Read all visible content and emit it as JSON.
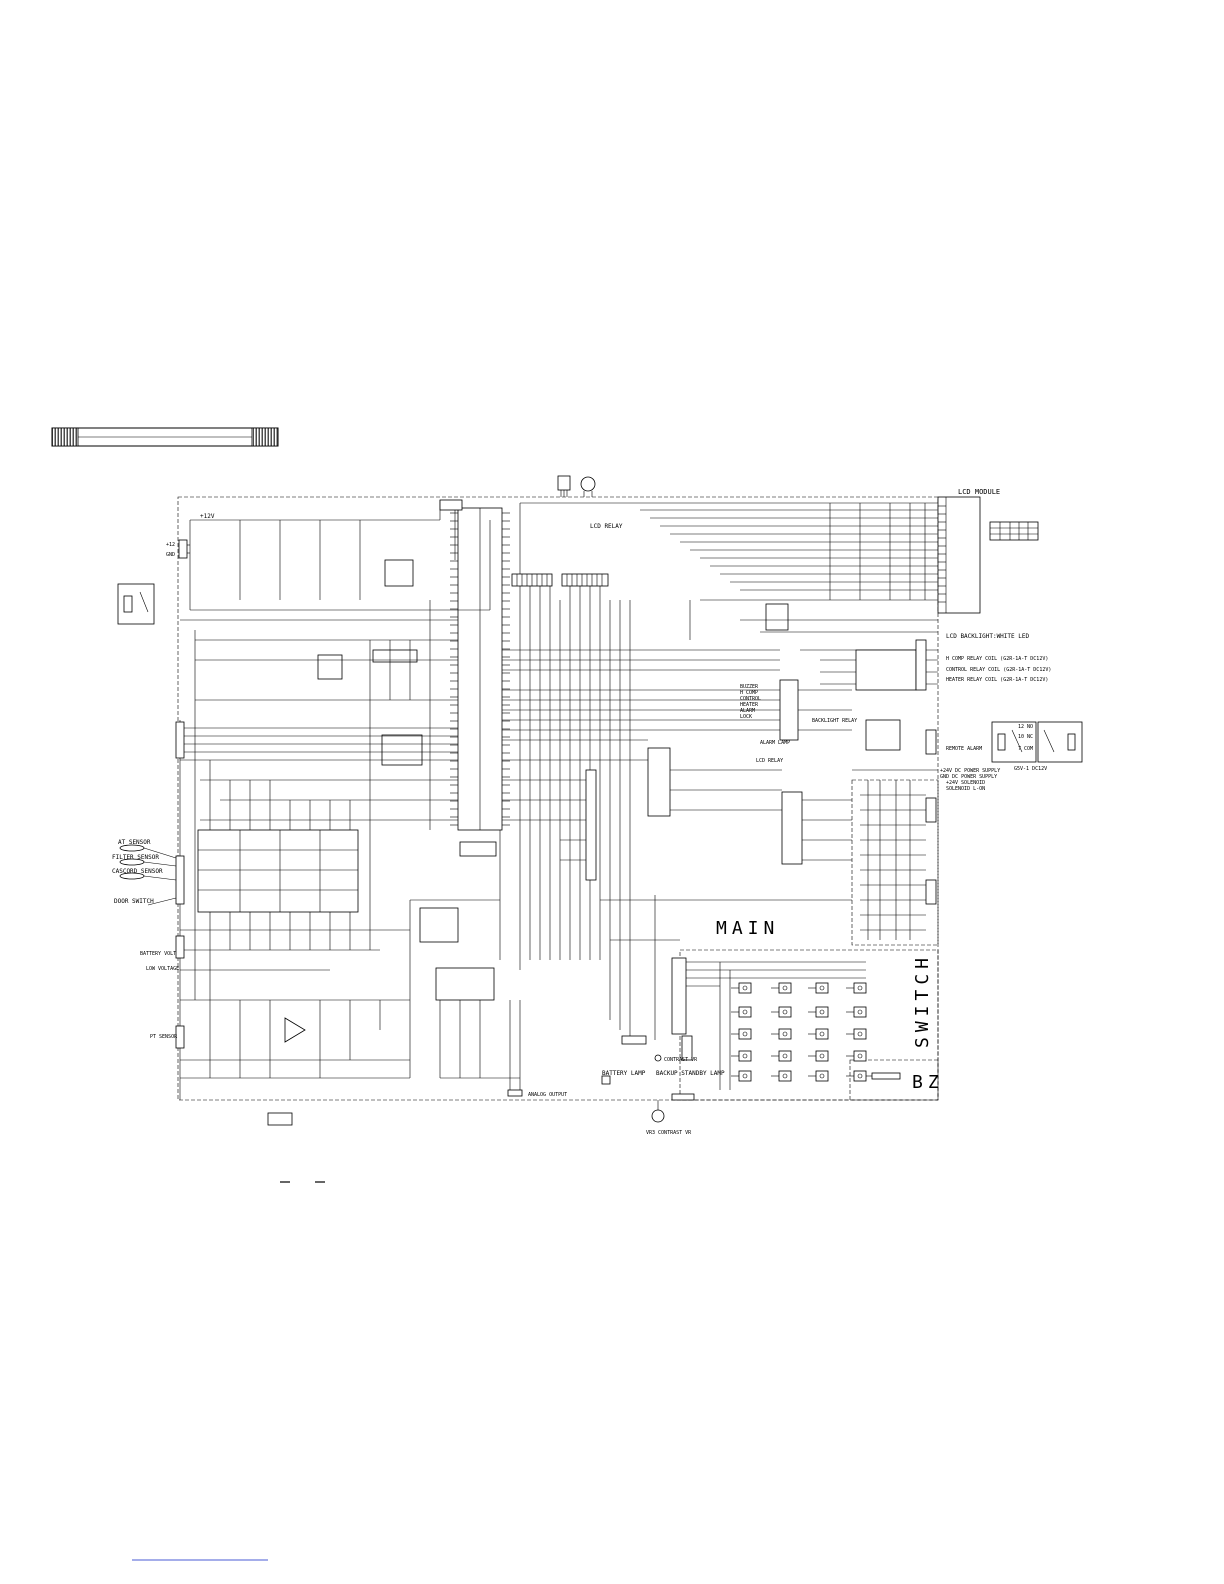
{
  "header_bar": {},
  "labels": {
    "lcd_module": "LCD MODULE",
    "lcd_relay": "LCD RELAY",
    "main": "MAIN",
    "switch": "SWITCH",
    "bz": "BZ",
    "plus12v": "+12V",
    "plus12": "+12",
    "gnd": "GND",
    "at_sensor": "AT SENSOR",
    "filter_sensor": "FILTER SENSOR",
    "cascord_sensor": "CASCORD SENSOR",
    "door_switch": "DOOR SWITCH",
    "battery_volt": "BATTERY VOLT",
    "low_voltage": "LOW VOLTAGE",
    "pt_sensor": "PT SENSOR",
    "lcd_backlight": "LCD BACKLIGHT:WHITE LED",
    "h_comp_relay": "H COMP RELAY COIL (G2R-1A-T DC12V)",
    "control_relay": "CONTROL RELAY COIL (G2R-1A-T DC12V)",
    "heater_relay": "HEATER RELAY COIL (G2R-1A-T DC12V)",
    "remote_alarm": "REMOTE ALARM",
    "power_supply_1": "+24V DC POWER SUPPLY",
    "power_supply_2": "GND DC POWER SUPPLY",
    "solenoid_1": "+24V SOLENOID",
    "solenoid_2": "SOLENOID L-ON",
    "buzzer": "BUZZER",
    "h_comp": "H COMP",
    "control": "CONTROL",
    "heater": "HEATER",
    "alarm": "ALARM",
    "lock": "LOCK",
    "backlight_relay": "BACKLIGHT RELAY",
    "alarm_lamp": "ALARM LAMP",
    "contrast_vr": "CONTRAST VR",
    "battery_lamp": "BATTERY LAMP",
    "backup_standby_lamp": "BACKUP STANDBY LAMP",
    "analog_output": "ANALOG OUTPUT",
    "vr_caption": "VR3 CONTRAST VR",
    "relay_caption": "G5V-1 DC12V",
    "relay_12no": "12 NO",
    "relay_10nc": "10 NC",
    "relay_7com": "7 COM"
  }
}
